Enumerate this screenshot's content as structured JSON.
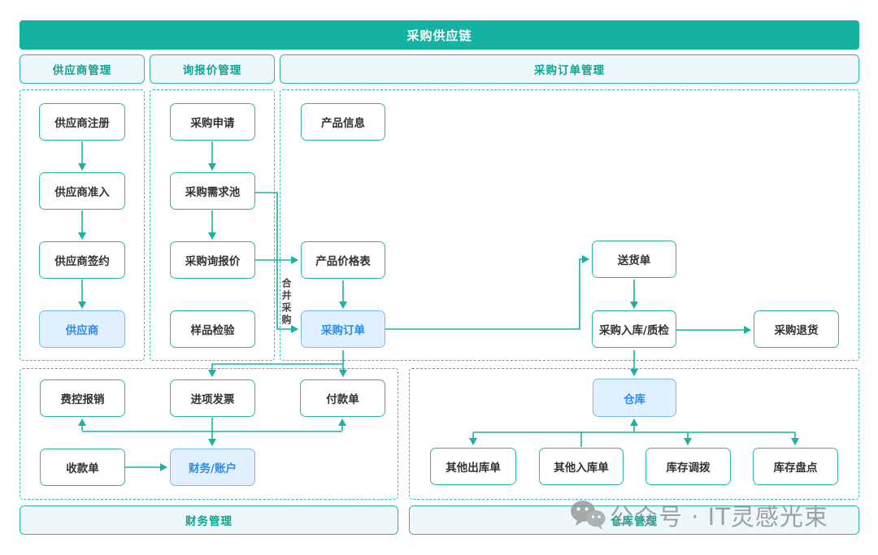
{
  "banner": {
    "title": "采购供应链"
  },
  "headers": {
    "supplier": "供应商管理",
    "inquiry": "询报价管理",
    "purchase_order": "采购订单管理"
  },
  "footers": {
    "finance": "财务管理",
    "warehouse": "仓库管理"
  },
  "nodes": {
    "supplier_register": "供应商注册",
    "supplier_access": "供应商准入",
    "supplier_sign": "供应商签约",
    "supplier": "供应商",
    "purchase_request": "采购申请",
    "purchase_demand_pool": "采购需求池",
    "purchase_inquiry": "采购询报价",
    "sample_inspection": "样品检验",
    "product_info": "产品信息",
    "product_price_list": "产品价格表",
    "purchase_order": "采购订单",
    "delivery_note": "送货单",
    "purchase_inbound_qc": "采购入库/质检",
    "purchase_return": "采购退货",
    "expense_reimbursement": "费控报销",
    "input_invoice": "进项发票",
    "payment_note": "付款单",
    "receipt_note": "收款单",
    "finance_account": "财务/账户",
    "warehouse": "仓库",
    "other_outbound": "其他出库单",
    "other_inbound": "其他入库单",
    "inventory_transfer": "库存调拨",
    "inventory_count": "库存盘点"
  },
  "edge_labels": {
    "merge_purchase": "合并采购"
  },
  "watermark": {
    "text": "公众号 · IT灵感光束",
    "icon": "wechat-icon"
  },
  "colors": {
    "teal_banner": "#14b3a1",
    "teal_border": "#2bb7a7",
    "teal_line": "#17b2a2",
    "header_bg": "#eef8fa",
    "highlight_bg": "#e1f0fe",
    "highlight_border": "#77baf3",
    "highlight_text": "#2a8cf0",
    "node_text": "#333333",
    "watermark_gray": "#8d8d8d"
  }
}
